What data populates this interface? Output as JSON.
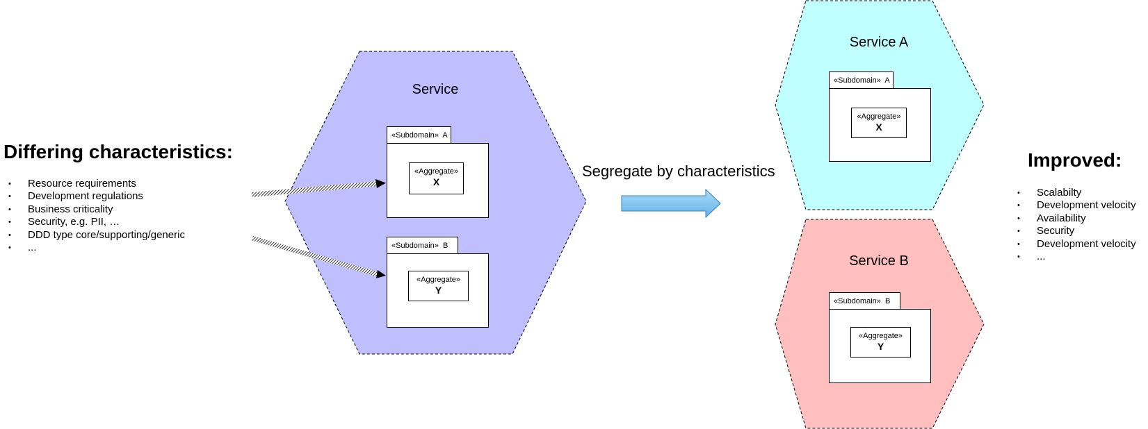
{
  "left_panel": {
    "title": "Differing characteristics:",
    "items": [
      "Resource requirements",
      "Development regulations",
      "Business criticality",
      "Security, e.g. PII, …",
      "DDD type core/supporting/generic",
      "..."
    ]
  },
  "right_panel": {
    "title": "Improved:",
    "items": [
      "Scalabilty",
      "Development velocity",
      "Availability",
      "Security",
      "Development velocity",
      "..."
    ]
  },
  "center_service": {
    "title": "Service",
    "color": "#bfbfff",
    "subdomain_a": {
      "stereotype": "«Subdomain»",
      "name": "A",
      "aggregate_stereotype": "«Aggregate»",
      "aggregate_name": "X"
    },
    "subdomain_b": {
      "stereotype": "«Subdomain»",
      "name": "B",
      "aggregate_stereotype": "«Aggregate»",
      "aggregate_name": "Y"
    }
  },
  "service_a": {
    "title": "Service A",
    "color": "#bfffff",
    "subdomain": {
      "stereotype": "«Subdomain»",
      "name": "A",
      "aggregate_stereotype": "«Aggregate»",
      "aggregate_name": "X"
    }
  },
  "service_b": {
    "title": "Service B",
    "color": "#ffbfbf",
    "subdomain": {
      "stereotype": "«Subdomain»",
      "name": "B",
      "aggregate_stereotype": "«Aggregate»",
      "aggregate_name": "Y"
    }
  },
  "transition": {
    "label": "Segregate by characteristics",
    "arrow_color": "#66b3e8"
  }
}
